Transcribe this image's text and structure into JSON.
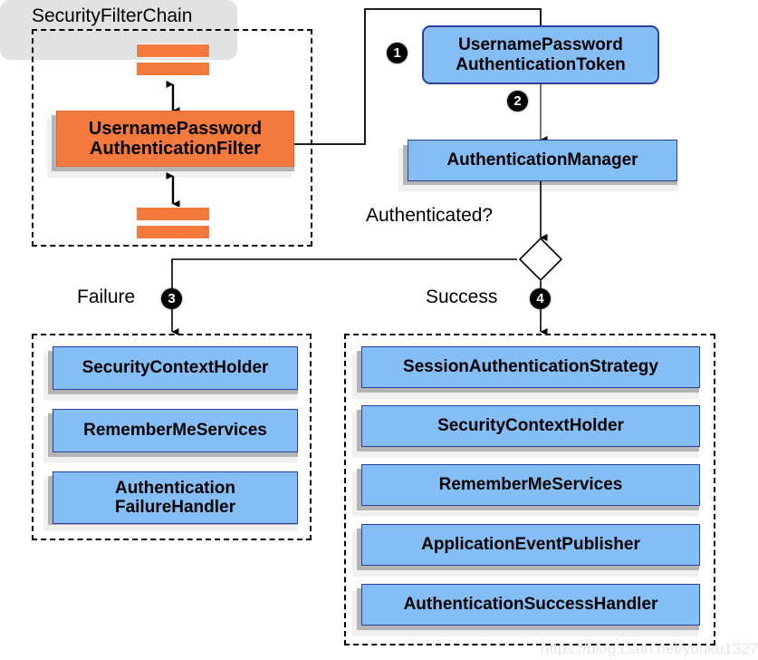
{
  "diagram": {
    "title_caption": "SecurityFilterChain",
    "watermark": "https://blog.csdn.net/youku1327",
    "colors": {
      "orange": "#f4793c",
      "blue": "#85bef5",
      "blue_border": "#2a3fa0",
      "shadow": "#b4b4b4",
      "line": "#000000",
      "watermark": "#e6e6e6"
    },
    "filter_chain": {
      "caption": "SecurityFilterChain",
      "filter_node": {
        "line1": "UsernamePassword",
        "line2": "AuthenticationFilter"
      },
      "top_bars": 2,
      "bottom_bars": 2
    },
    "flow": {
      "token_node": {
        "line1": "UsernamePassword",
        "line2": "AuthenticationToken"
      },
      "manager_node": "AuthenticationManager",
      "decision_label": "Authenticated?",
      "branch_failure": "Failure",
      "branch_success": "Success"
    },
    "badges": [
      {
        "id": "badge-1",
        "label": "❶"
      },
      {
        "id": "badge-2",
        "label": "❷"
      },
      {
        "id": "badge-3",
        "label": "❸"
      },
      {
        "id": "badge-4",
        "label": "❹"
      }
    ],
    "badge_numbers": {
      "one": "1",
      "two": "2",
      "three": "3",
      "four": "4"
    },
    "failure_group": {
      "label": "Failure",
      "items": [
        {
          "line1": "SecurityContextHolder",
          "line2": ""
        },
        {
          "line1": "RememberMeServices",
          "line2": ""
        },
        {
          "line1": "Authentication",
          "line2": "FailureHandler"
        }
      ]
    },
    "success_group": {
      "label": "Success",
      "items": [
        {
          "line1": "SessionAuthenticationStrategy"
        },
        {
          "line1": "SecurityContextHolder"
        },
        {
          "line1": "RememberMeServices"
        },
        {
          "line1": "ApplicationEventPublisher"
        },
        {
          "line1": "AuthenticationSuccessHandler"
        }
      ]
    }
  }
}
